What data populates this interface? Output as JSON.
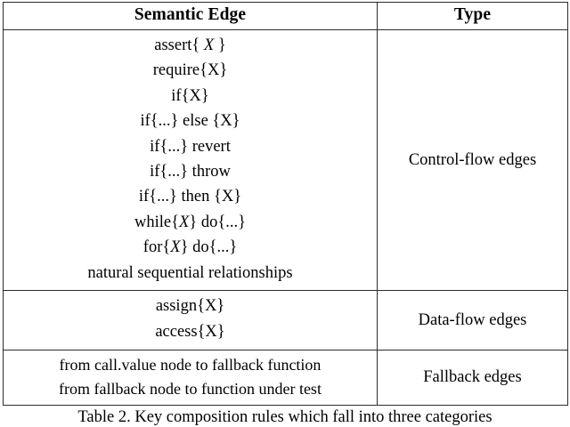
{
  "table": {
    "headers": {
      "edge": "Semantic Edge",
      "type": "Type"
    },
    "groups": [
      {
        "type_label": "Control-flow edges",
        "edges": [
          "assert{ X }",
          "require{X}",
          "if{X}",
          "if{...} else {X}",
          "if{...} revert",
          "if{...} throw",
          "if{...} then {X}",
          "while{X} do{...}",
          "for{X} do{...}",
          "natural sequential relationships"
        ]
      },
      {
        "type_label": "Data-flow edges",
        "edges": [
          "assign{X}",
          "access{X}"
        ]
      },
      {
        "type_label": "Fallback edges",
        "edges": [
          "from call.value node to fallback function",
          "from fallback node to function under test"
        ]
      }
    ]
  },
  "caption": {
    "text": "Table 2. Key composition rules which fall into three categories"
  },
  "colors": {
    "border": "#2c2c2c",
    "text": "#000000",
    "background": "#ffffff"
  }
}
